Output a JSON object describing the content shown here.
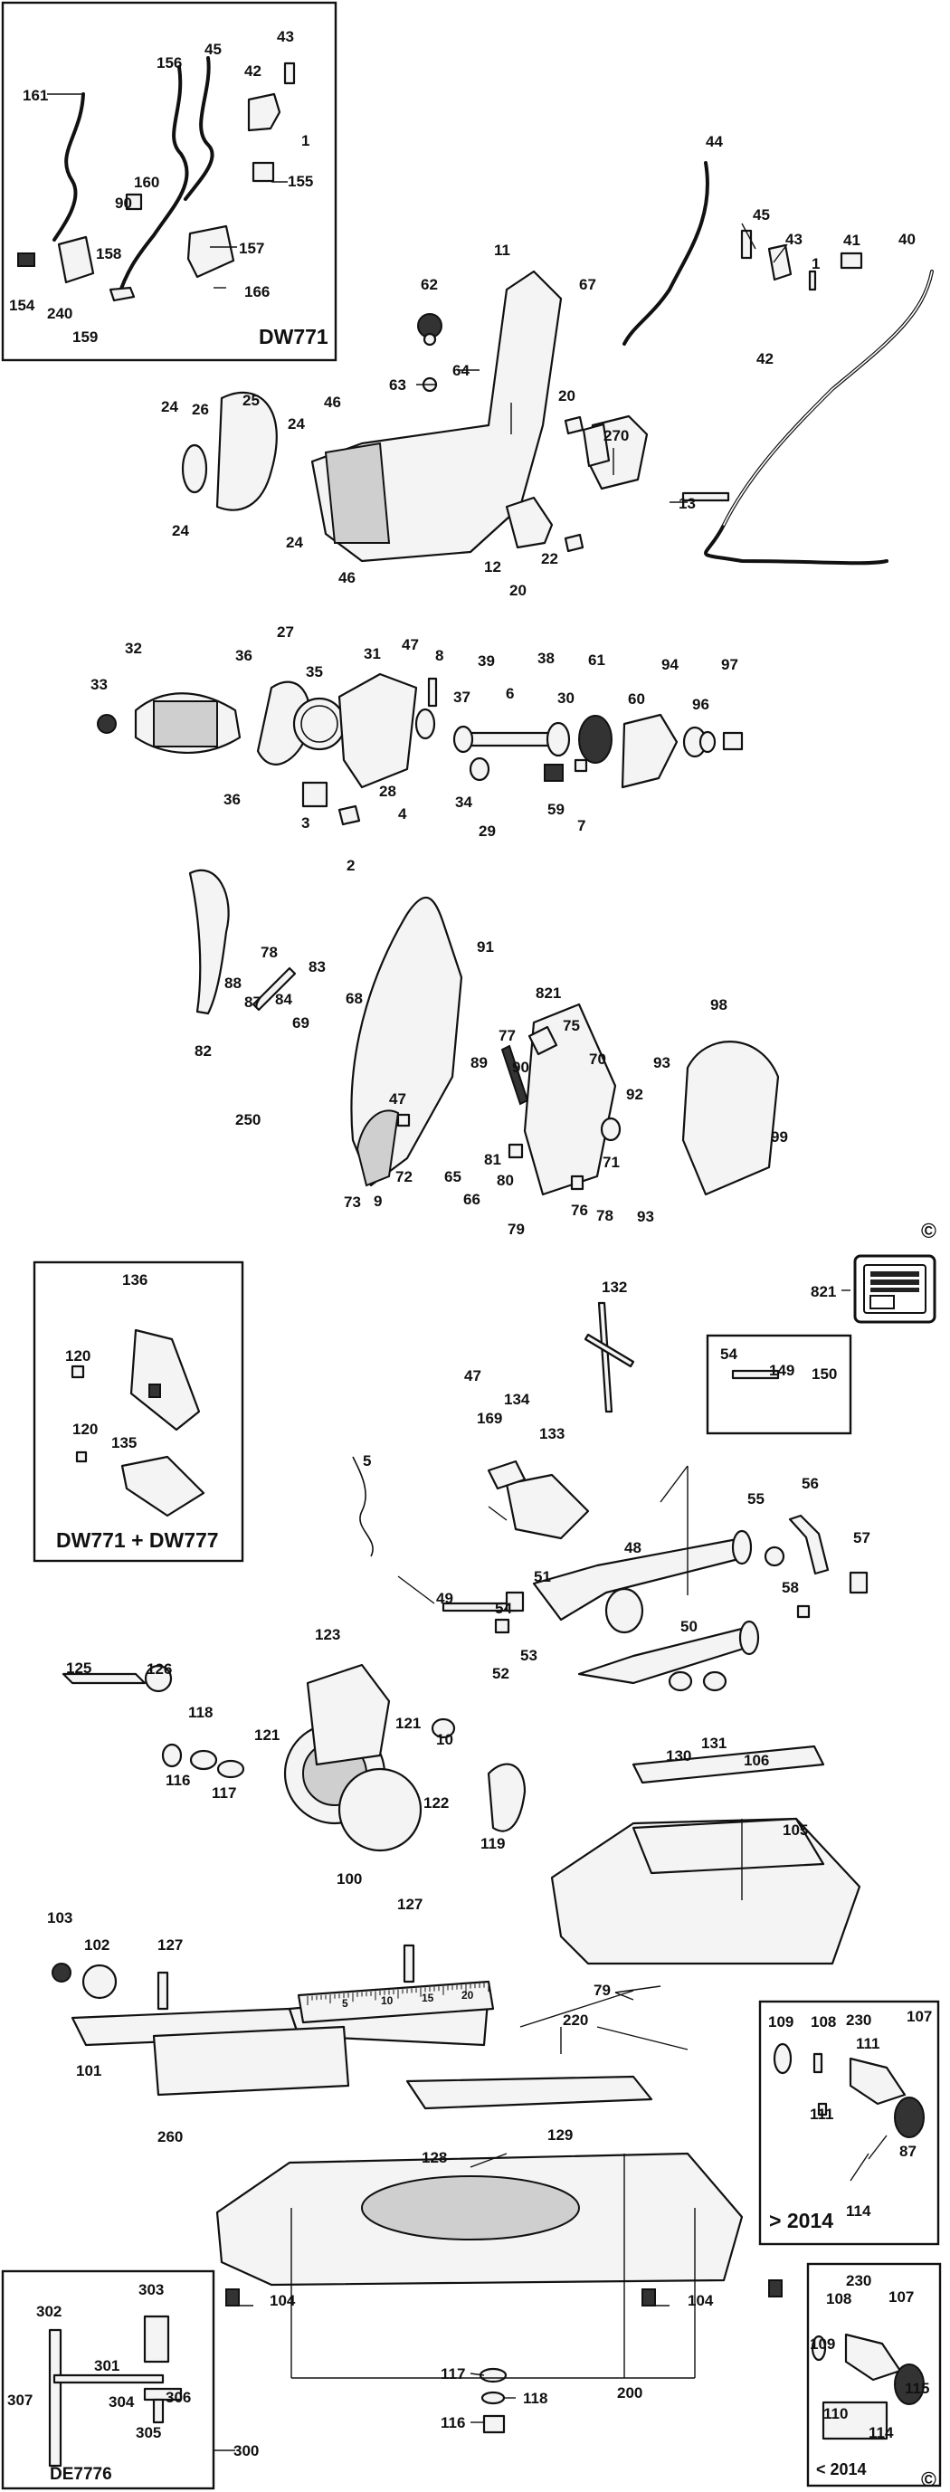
{
  "captions": {
    "dw771": "DW771",
    "dw771_dw777": "DW771 + DW777",
    "after_2014": "> 2014",
    "before_2014": "< 2014",
    "de7776": "DE7776",
    "copyright_1": "©",
    "copyright_2": "©"
  },
  "parts": {
    "p161": "161",
    "p156": "156",
    "p45a": "45",
    "p43a": "43",
    "p42a": "42",
    "p1a": "1",
    "p90": "90",
    "p160": "160",
    "p155": "155",
    "p158": "158",
    "p157": "157",
    "p154": "154",
    "p240": "240",
    "p166": "166",
    "p159": "159",
    "p11": "11",
    "p44": "44",
    "p45b": "45",
    "p43b": "43",
    "p1b": "1",
    "p41": "41",
    "p40": "40",
    "p42b": "42",
    "p62": "62",
    "p67": "67",
    "p64": "64",
    "p63": "63",
    "p20a": "20",
    "p270": "270",
    "p24a": "24",
    "p26": "26",
    "p25": "25",
    "p46a": "46",
    "p24b": "24",
    "p24c": "24",
    "p24d": "24",
    "p13": "13",
    "p12": "12",
    "p22": "22",
    "p20b": "20",
    "p46b": "46",
    "p32": "32",
    "p33": "33",
    "p36a": "36",
    "p27": "27",
    "p35": "35",
    "p31": "31",
    "p47a": "47",
    "p8": "8",
    "p39": "39",
    "p38": "38",
    "p61": "61",
    "p94": "94",
    "p97": "97",
    "p6": "6",
    "p37": "37",
    "p30": "30",
    "p60": "60",
    "p96": "96",
    "p36b": "36",
    "p28": "28",
    "p34": "34",
    "p59": "59",
    "p3": "3",
    "p4": "4",
    "p29": "29",
    "p7": "7",
    "p2": "2",
    "p91": "91",
    "p78a": "78",
    "p83": "83",
    "p88": "88",
    "p87a": "87",
    "p84": "84",
    "p821a": "821",
    "p98": "98",
    "p75": "75",
    "p68": "68",
    "p89": "89",
    "p77": "77",
    "p82": "82",
    "p69": "69",
    "p93a": "93",
    "p70": "70",
    "p90b": "90",
    "p92": "92",
    "p250": "250",
    "p47b": "47",
    "p99": "99",
    "p81": "81",
    "p71": "71",
    "p72": "72",
    "p65": "65",
    "p80": "80",
    "p73": "73",
    "p9": "9",
    "p66": "66",
    "p76": "76",
    "p78b": "78",
    "p79a": "79",
    "p93b": "93",
    "p821b": "821",
    "p136": "136",
    "p132": "132",
    "p120a": "120",
    "p54a": "54",
    "p149": "149",
    "p150": "150",
    "p47c": "47",
    "p169": "169",
    "p134": "134",
    "p120b": "120",
    "p135": "135",
    "p133": "133",
    "p5": "5",
    "p55": "55",
    "p56": "56",
    "p57": "57",
    "p48": "48",
    "p58": "58",
    "p49": "49",
    "p54b": "54",
    "p51": "51",
    "p50": "50",
    "p123": "123",
    "p125": "125",
    "p126": "126",
    "p52": "52",
    "p53": "53",
    "p118": "118",
    "p121a": "121",
    "p10": "10",
    "p121b": "121",
    "p116a": "116",
    "p117a": "117",
    "p130": "130",
    "p131": "131",
    "p106": "106",
    "p122": "122",
    "p105": "105",
    "p119": "119",
    "p100": "100",
    "p127a": "127",
    "p103": "103",
    "p102": "102",
    "p127b": "127",
    "p79b": "79",
    "p220": "220",
    "p101": "101",
    "p260": "260",
    "p109a": "109",
    "p108a": "108",
    "p230a": "230",
    "p107a": "107",
    "p111a": "111",
    "p111b": "111",
    "p87b": "87",
    "p114a": "114",
    "p128": "128",
    "p129": "129",
    "p104a": "104",
    "p104b": "104",
    "p200": "200",
    "p302": "302",
    "p303": "303",
    "p301": "301",
    "p307": "307",
    "p304": "304",
    "p306": "306",
    "p305": "305",
    "p300": "300",
    "p117b": "117",
    "p118b": "118",
    "p116b": "116",
    "p108b": "108",
    "p230b": "230",
    "p107b": "107",
    "p109b": "109",
    "p115": "115",
    "p110": "110",
    "p114b": "114",
    "ruler_ticks": [
      "5",
      "10",
      "15",
      "20"
    ]
  }
}
